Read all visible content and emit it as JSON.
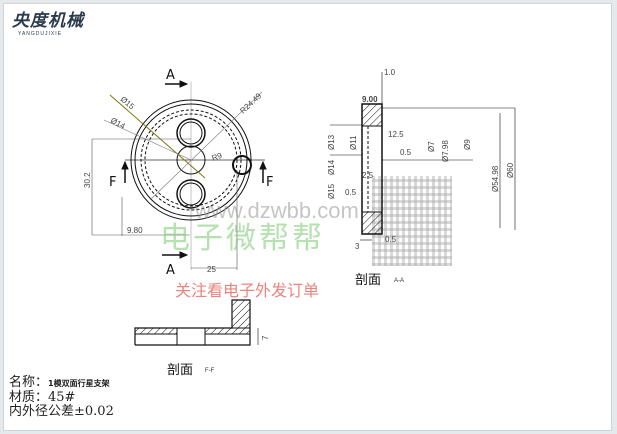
{
  "logo": {
    "name": "央度机械",
    "subtitle": "YANGDUJIXIE"
  },
  "front_view": {
    "section_marks": [
      "A",
      "A",
      "F",
      "F"
    ],
    "dims": {
      "d15": "Ø15",
      "d14": "Ø14",
      "r2449": "R24.49",
      "r9": "R9",
      "h302": "30.2",
      "w980": "9.80",
      "w25": "25"
    }
  },
  "section_aa": {
    "title": "剖面",
    "suffix": "A-A",
    "dims": {
      "t10": "1.0",
      "t900": "9.00",
      "d13": "Ø13",
      "d11": "Ø11",
      "d14": "Ø14",
      "d15": "Ø15",
      "w125": "12.5",
      "w05a": "0.5",
      "d7": "Ø7",
      "d798": "Ø7.98",
      "d9": "Ø9",
      "d5498": "Ø54.98",
      "d60": "Ø60",
      "w05b": "0.5",
      "w25": "2.5",
      "w05c": "0.5",
      "w3": "3"
    }
  },
  "section_ff": {
    "title": "剖面",
    "suffix": "F-F",
    "dims": {
      "h7": "7"
    }
  },
  "watermark": {
    "url": "www.dzwbb.com",
    "brand": "电子微帮帮",
    "slogan": "关注看电子外发订单"
  },
  "info": {
    "name_label": "名称：",
    "name_value": "1模双面行星支架",
    "material_label": "材质：",
    "material_value": "45#",
    "tolerance": "内外径公差±0.02"
  }
}
